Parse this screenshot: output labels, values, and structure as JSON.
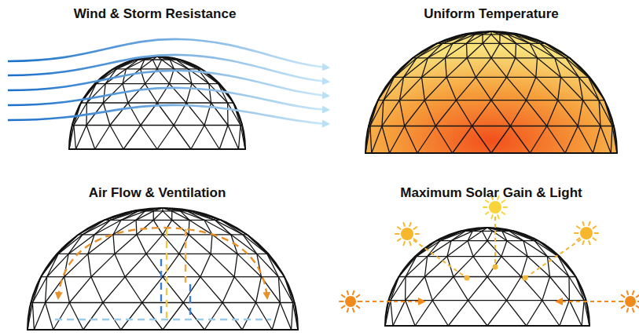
{
  "diagram": {
    "labels": [
      "Wind & Storm Resistance",
      "Uniform Temperature",
      "Air Flow & Ventilation",
      "Maximum Solar Gain & Light"
    ]
  }
}
